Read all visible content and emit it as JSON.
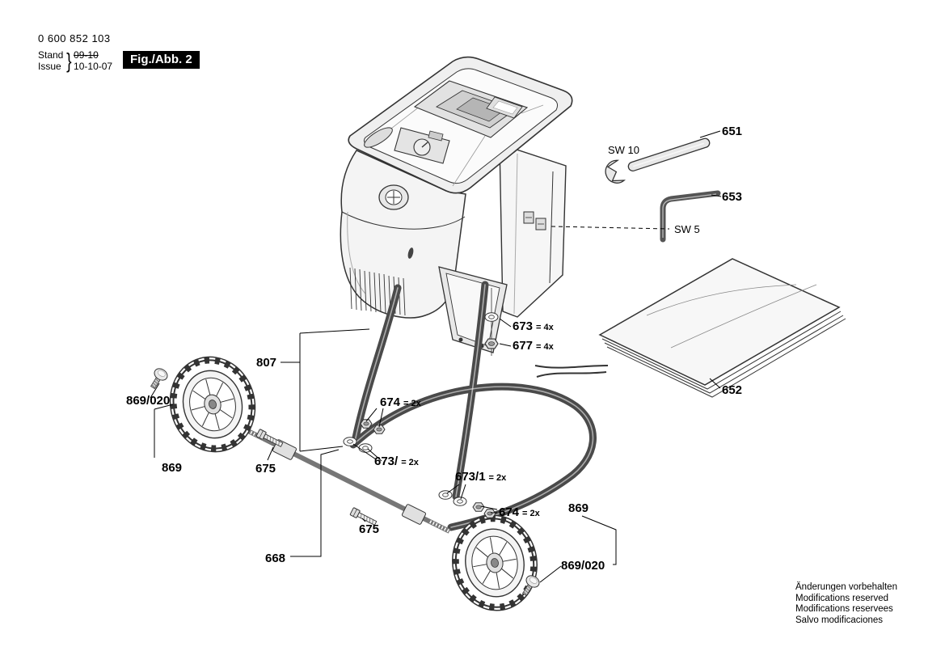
{
  "meta": {
    "part_number": "0 600 852 103",
    "stand_label": "Stand",
    "issue_label": "Issue",
    "brace": "}",
    "superseded_date": "09-10",
    "date": "10-10-07",
    "figure_label": "Fig./Abb. 2"
  },
  "callouts": {
    "wrench": {
      "label": "651"
    },
    "wrench_size": {
      "label": "SW 10"
    },
    "hex_key": {
      "label": "653"
    },
    "hex_key_size": {
      "label": "SW 5"
    },
    "washer_chute": {
      "label": "673",
      "qty": "= 4x"
    },
    "nut_chute": {
      "label": "677",
      "qty": "= 4x"
    },
    "bag": {
      "label": "652"
    },
    "chute_assy": {
      "label": "807"
    },
    "nut_upper": {
      "label": "674",
      "qty": "= 2x"
    },
    "hubcap_left": {
      "label": "869/020"
    },
    "washer_upper": {
      "label": "673/",
      "qty": "= 2x"
    },
    "screw_upper": {
      "label": "675"
    },
    "wheel_left": {
      "label": "869"
    },
    "washer_lower": {
      "label": "673/1",
      "qty": "= 2x"
    },
    "nut_lower": {
      "label": "674",
      "qty": "= 2x"
    },
    "wheel_right": {
      "label": "869"
    },
    "screw_lower": {
      "label": "675"
    },
    "axle_assy": {
      "label": "668"
    },
    "hubcap_right": {
      "label": "869/020"
    }
  },
  "footer": {
    "lines": [
      "Änderungen vorbehalten",
      "Modifications reserved",
      "Modifications reservees",
      "Salvo modificaciones"
    ]
  }
}
